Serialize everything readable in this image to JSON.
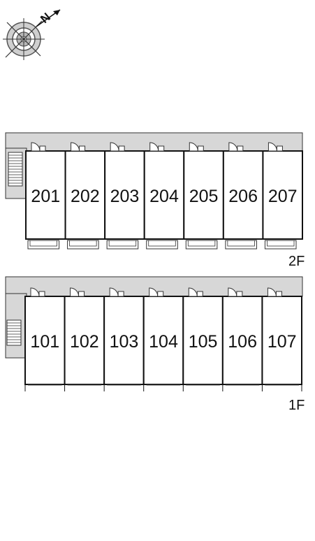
{
  "compass": {
    "north_label": "N"
  },
  "floors": [
    {
      "label": "2F",
      "units": [
        "201",
        "202",
        "203",
        "204",
        "205",
        "206",
        "207"
      ]
    },
    {
      "label": "1F",
      "units": [
        "101",
        "102",
        "103",
        "104",
        "105",
        "106",
        "107"
      ]
    }
  ]
}
